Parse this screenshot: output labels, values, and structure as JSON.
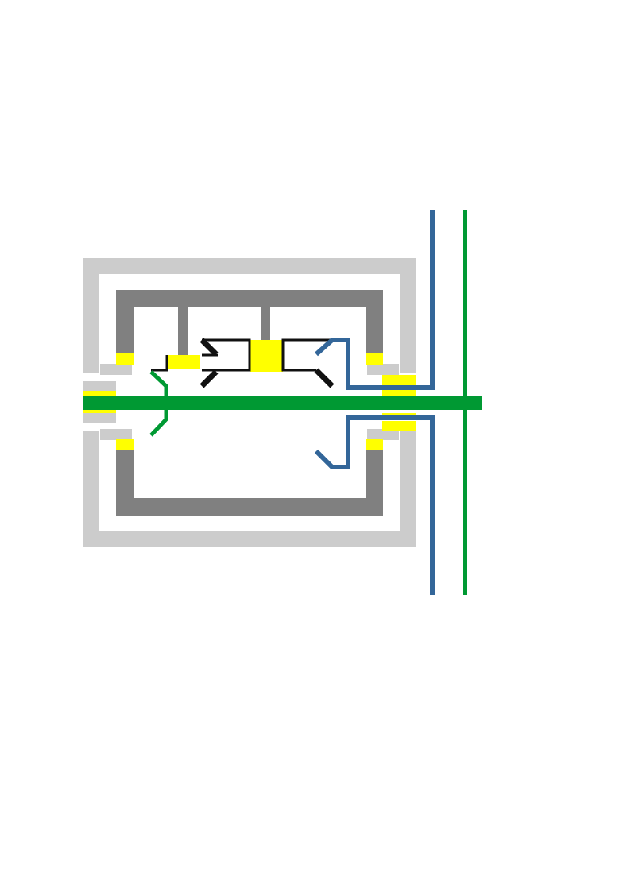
{
  "diagram": {
    "kind": "gearbox-cross-section",
    "colors": {
      "housing": "#cccccc",
      "inner_case": "#808080",
      "bearing": "#ffff00",
      "shaft": "#009933",
      "output_shaft": "#336699",
      "gear": "#111111",
      "background": "#ffffff"
    },
    "components": [
      {
        "id": "housing",
        "label": "",
        "color": "#cccccc"
      },
      {
        "id": "inner-case",
        "label": "",
        "color": "#808080"
      },
      {
        "id": "input-shaft",
        "label": "",
        "color": "#009933"
      },
      {
        "id": "output-sleeve",
        "label": "",
        "color": "#336699"
      },
      {
        "id": "gears",
        "label": "",
        "color": "#111111"
      },
      {
        "id": "bearings",
        "label": "",
        "color": "#ffff00"
      }
    ]
  }
}
